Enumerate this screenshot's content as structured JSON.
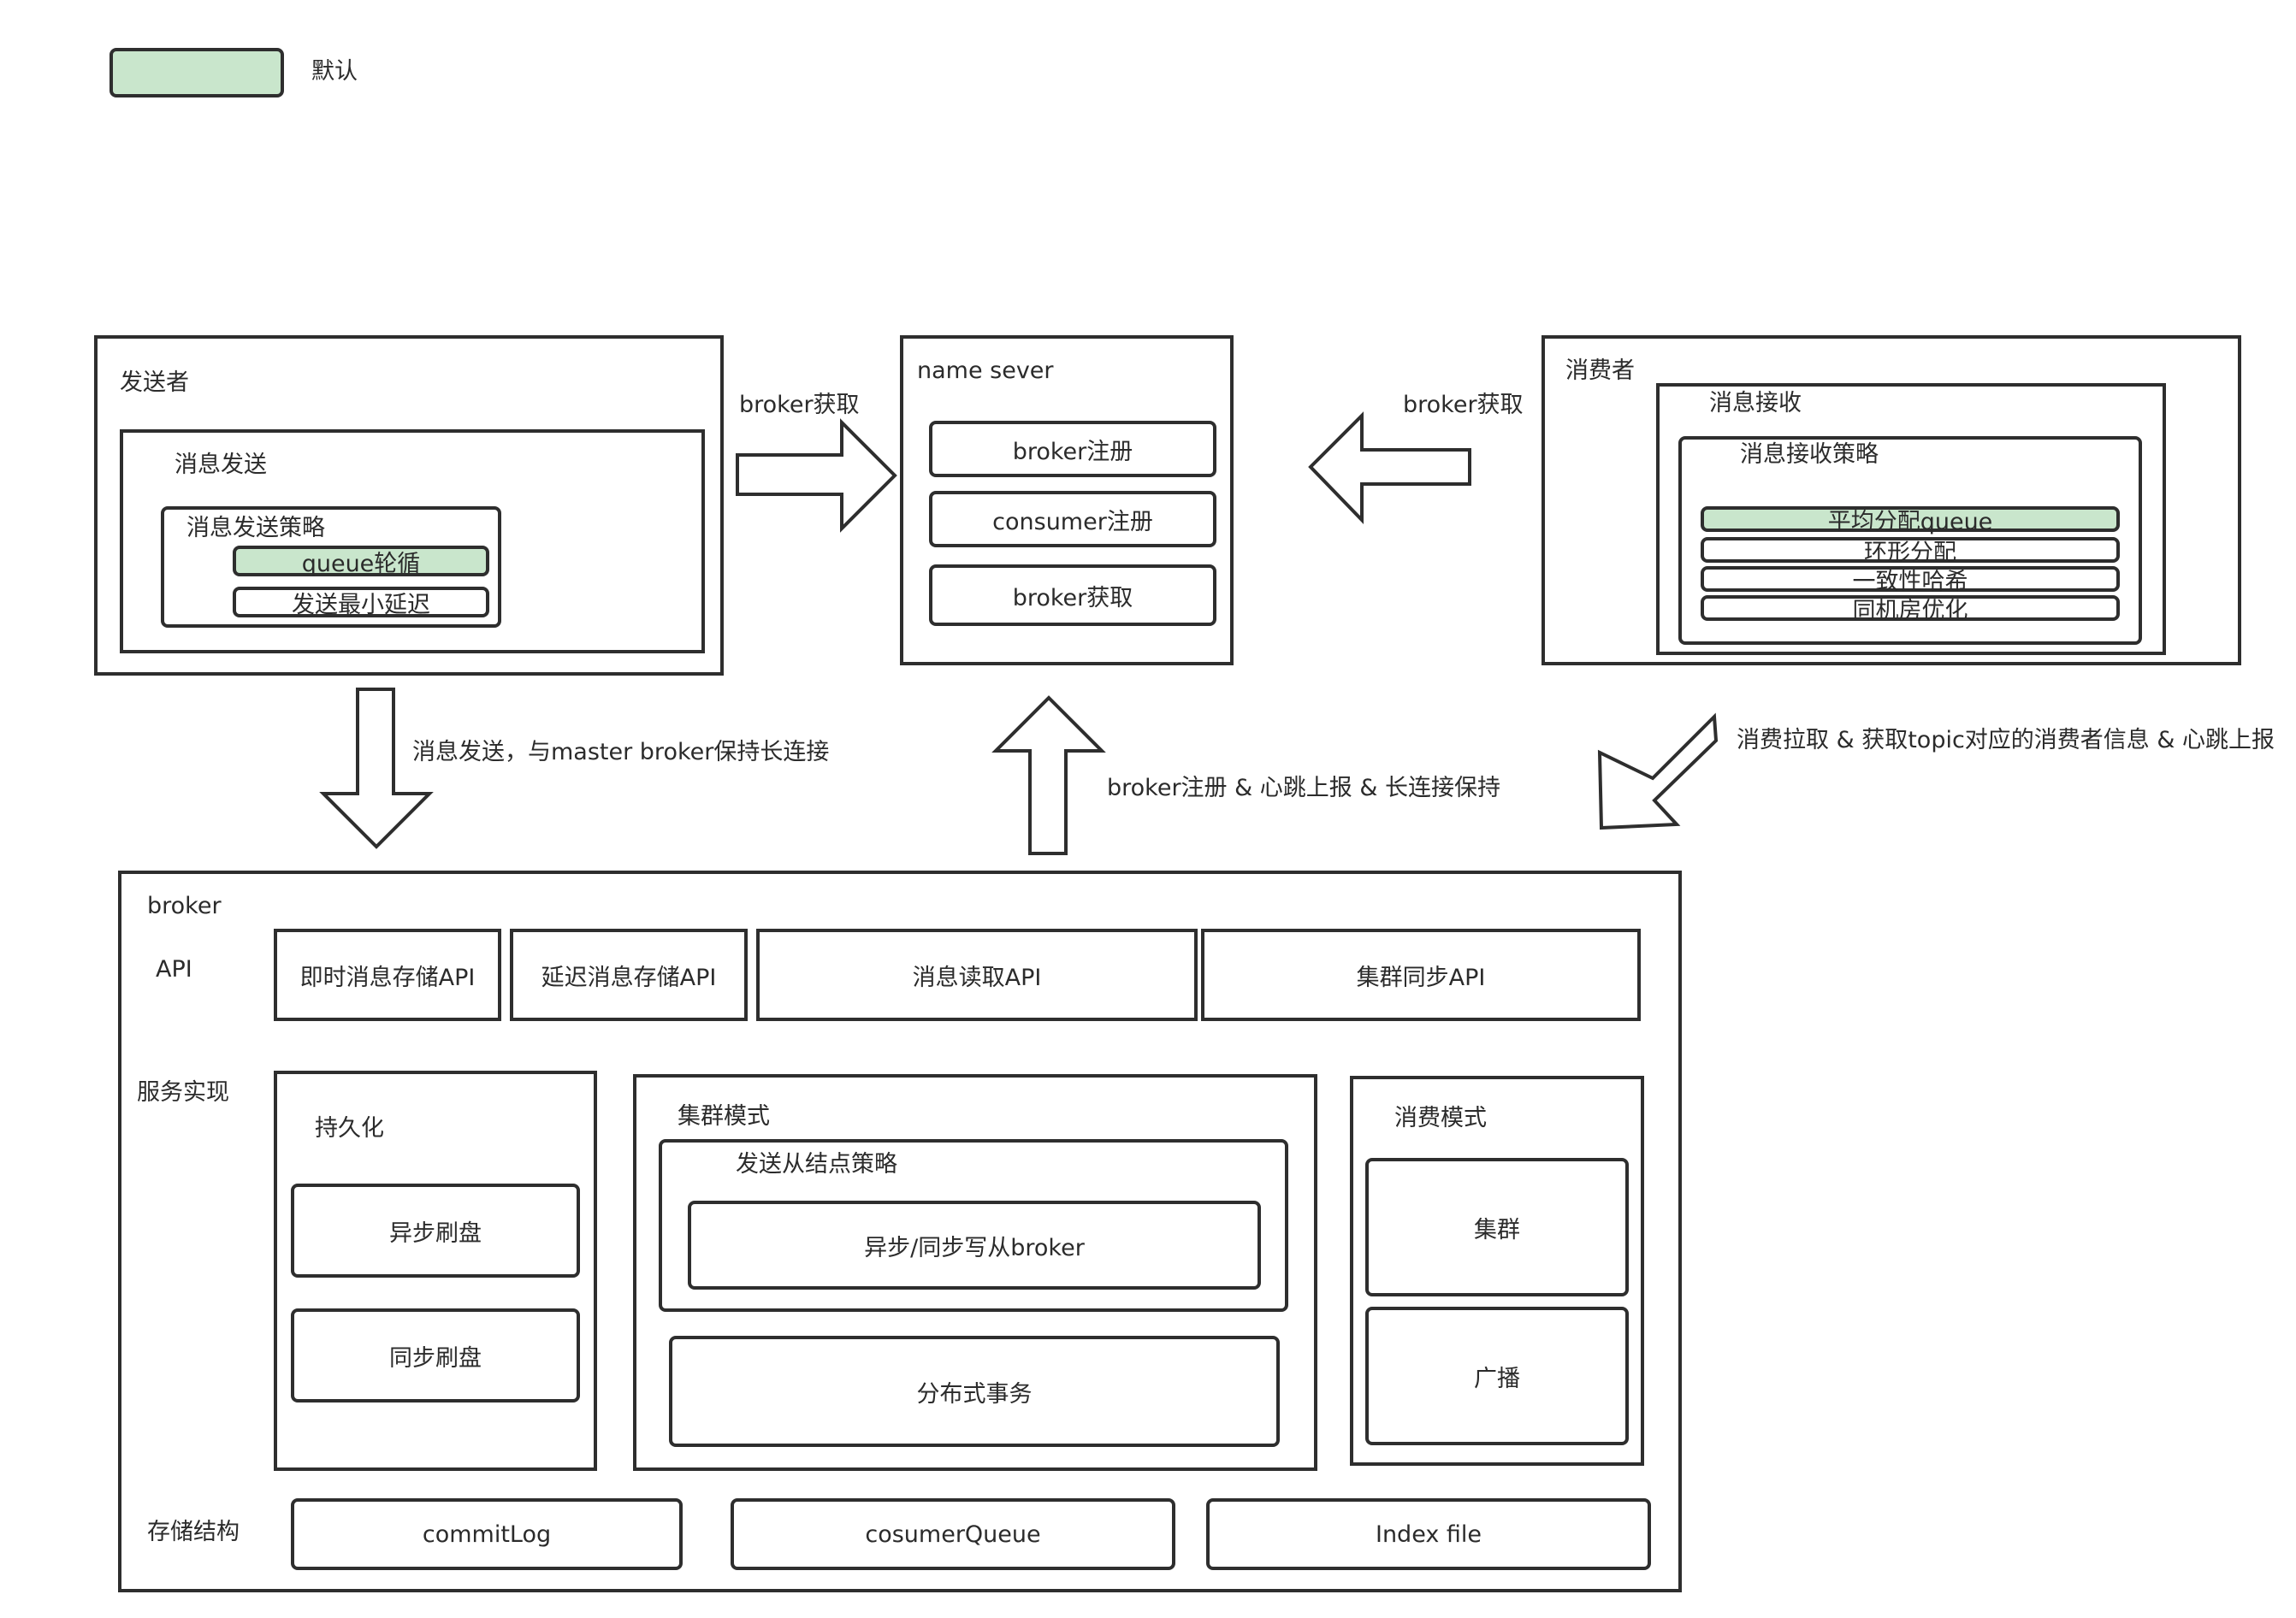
{
  "legend": {
    "label": "默认",
    "color": "#c9e6cc"
  },
  "producer": {
    "title": "发送者",
    "send_title": "消息发送",
    "strategy_title": "消息发送策略",
    "strategies": [
      "queue轮循",
      "发送最小延迟"
    ]
  },
  "nameserver": {
    "title": "name sever",
    "items": [
      "broker注册",
      "consumer注册",
      "broker获取"
    ]
  },
  "consumer": {
    "title": "消费者",
    "receive_title": "消息接收",
    "strategy_title": "消息接收策略",
    "strategies": [
      "平均分配queue",
      "环形分配",
      "一致性哈希",
      "同机房优化"
    ]
  },
  "arrows": {
    "producer_to_ns": "broker获取",
    "consumer_to_ns": "broker获取",
    "producer_to_broker": "消息发送，与master broker保持长连接",
    "broker_to_ns": "broker注册 & 心跳上报 & 长连接保持",
    "consumer_to_broker": "消费拉取 & 获取topic对应的消费者信息 & 心跳上报"
  },
  "broker": {
    "title": "broker",
    "api_label": "API",
    "apis": [
      "即时消息存储API",
      "延迟消息存储API",
      "消息读取API",
      "集群同步API"
    ],
    "service_label": "服务实现",
    "persistence": {
      "title": "持久化",
      "items": [
        "异步刷盘",
        "同步刷盘"
      ]
    },
    "cluster": {
      "title": "集群模式",
      "slave_strategy_title": "发送从结点策略",
      "slave_write": "异步/同步写从broker",
      "transaction": "分布式事务"
    },
    "consume_mode": {
      "title": "消费模式",
      "items": [
        "集群",
        "广播"
      ]
    },
    "storage_label": "存储结构",
    "storage": [
      "commitLog",
      "cosumerQueue",
      "Index file"
    ]
  },
  "colors": {
    "border": "#2e2e2e",
    "highlight": "#c9e6cc",
    "text": "#2b2b2b"
  }
}
